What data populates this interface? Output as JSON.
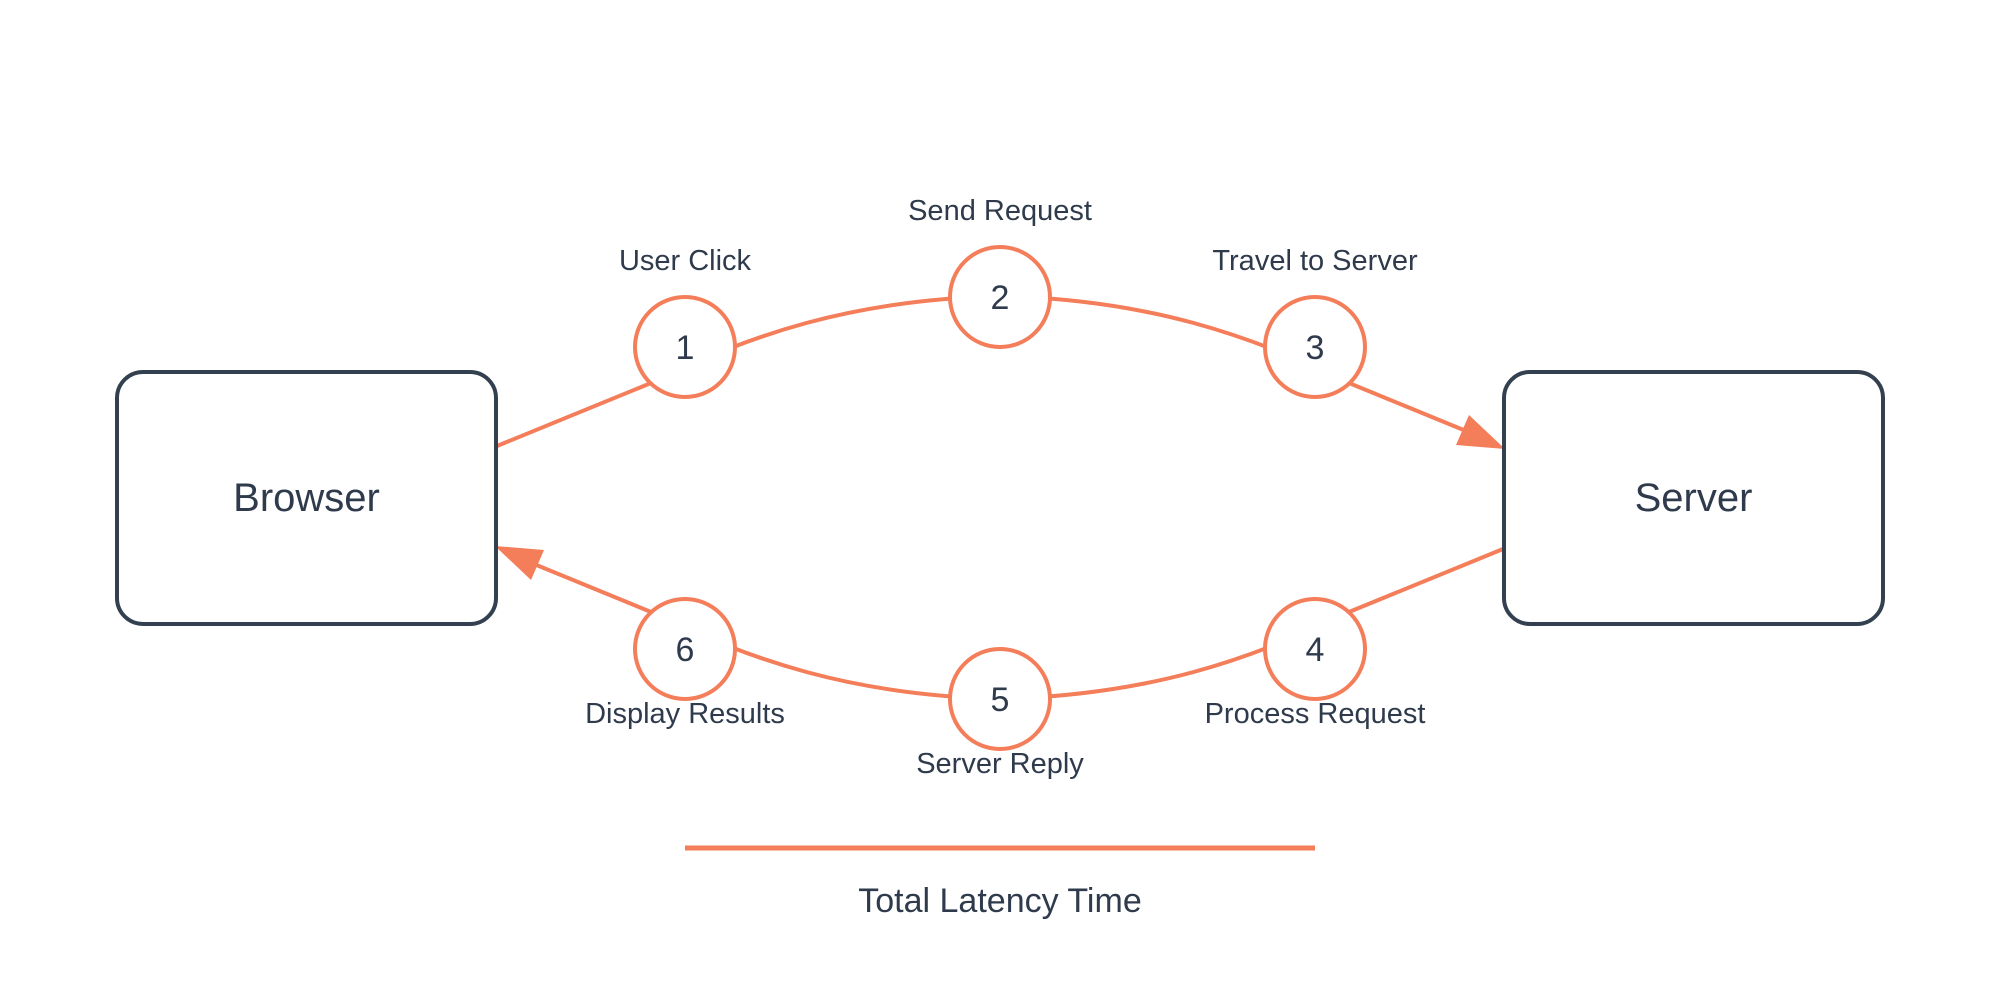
{
  "diagram": {
    "colors": {
      "accent": "#f47d5a",
      "box_stroke": "#33404f",
      "text": "#2f3b4c",
      "background": "#ffffff"
    },
    "nodes": {
      "browser": {
        "label": "Browser"
      },
      "server": {
        "label": "Server"
      }
    },
    "steps": [
      {
        "number": "1",
        "label": "User Click"
      },
      {
        "number": "2",
        "label": "Send Request"
      },
      {
        "number": "3",
        "label": "Travel to Server"
      },
      {
        "number": "4",
        "label": "Process Request"
      },
      {
        "number": "5",
        "label": "Server Reply"
      },
      {
        "number": "6",
        "label": "Display Results"
      }
    ],
    "latency": {
      "label": "Total Latency Time"
    }
  }
}
